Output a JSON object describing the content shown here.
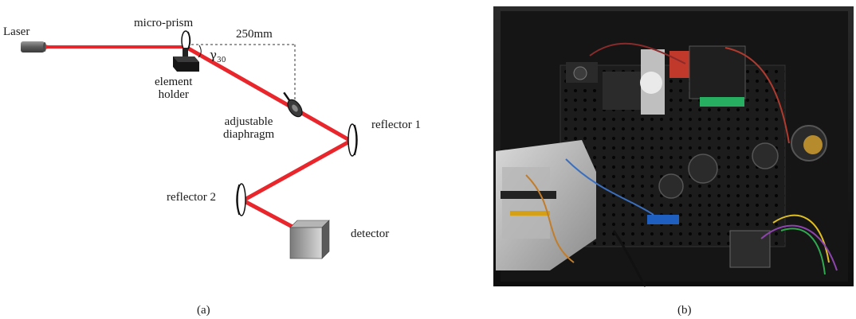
{
  "panel_a": {
    "labels": {
      "laser": "Laser",
      "micro_prism": "micro-prism",
      "distance": "250mm",
      "angle_symbol": "γ",
      "angle_subscript": "30",
      "element_holder": "element\nholder",
      "adjustable_diaphragm": "adjustable\ndiaphragm",
      "reflector_1": "reflector 1",
      "reflector_2": "reflector 2",
      "detector": "detector"
    },
    "caption": "(a)",
    "colors": {
      "beam": "#e8262b",
      "laser_body": "#6f6f6f",
      "holder": "#151515",
      "detector": "#8a8a8a"
    }
  },
  "panel_b": {
    "caption": "(b)",
    "photo_alt": "photograph of assembled optical setup in black enclosure"
  }
}
